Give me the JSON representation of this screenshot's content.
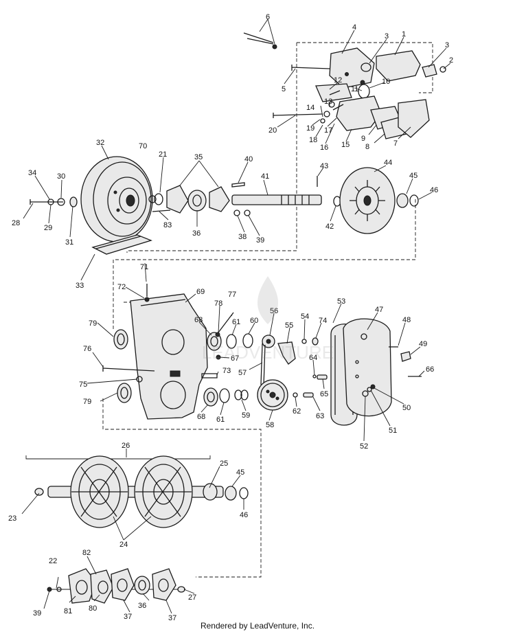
{
  "callouts": [
    "1",
    "2",
    "3",
    "3",
    "4",
    "5",
    "6",
    "7",
    "8",
    "9",
    "10",
    "11",
    "12",
    "13",
    "14",
    "15",
    "16",
    "17",
    "18",
    "19",
    "20",
    "21",
    "22",
    "23",
    "24",
    "25",
    "26",
    "27",
    "28",
    "29",
    "30",
    "31",
    "32",
    "33",
    "34",
    "35",
    "36",
    "36",
    "37",
    "37",
    "38",
    "39",
    "39",
    "40",
    "41",
    "42",
    "43",
    "44",
    "45",
    "45",
    "46",
    "46",
    "47",
    "48",
    "49",
    "50",
    "51",
    "52",
    "53",
    "54",
    "55",
    "56",
    "57",
    "58",
    "59",
    "60",
    "61",
    "61",
    "62",
    "63",
    "64",
    "65",
    "66",
    "67",
    "68",
    "68",
    "69",
    "70",
    "71",
    "72",
    "73",
    "74",
    "75",
    "76",
    "77",
    "78",
    "79",
    "79",
    "80",
    "81",
    "82",
    "83"
  ],
  "footer": "Rendered by LeadVenture, Inc.",
  "watermark": "LEADVENTURE"
}
